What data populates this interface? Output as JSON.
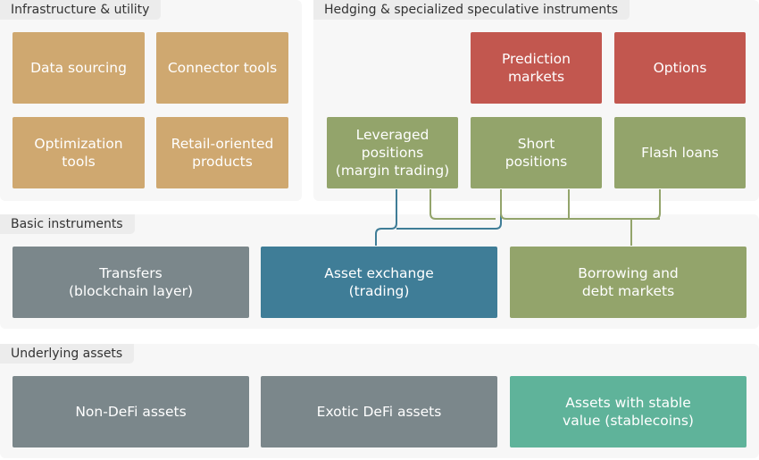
{
  "colors": {
    "infrastructure": "#cfa870",
    "hedging": "#c2574f",
    "speculative": "#93a46b",
    "neutral": "#7b878b",
    "exchange": "#3f7d97",
    "stable": "#5fb39a",
    "connector_exchange": "#3f7d97",
    "connector_borrowing": "#93a46b"
  },
  "infrastructure": {
    "label": "Infrastructure & utility",
    "items": [
      "Data sourcing",
      "Connector tools",
      "Optimization\ntools",
      "Retail-oriented\nproducts"
    ]
  },
  "hedging": {
    "label": "Hedging & specialized speculative instruments",
    "prediction_markets": "Prediction\nmarkets",
    "options": "Options",
    "leveraged": "Leveraged\npositions\n(margin trading)",
    "short": "Short\npositions",
    "flash_loans": "Flash loans"
  },
  "basic": {
    "label": "Basic instruments",
    "transfers": "Transfers\n(blockchain layer)",
    "asset_exchange": "Asset exchange\n(trading)",
    "borrowing": "Borrowing and\ndebt markets"
  },
  "underlying": {
    "label": "Underlying assets",
    "non_defi": "Non-DeFi assets",
    "exotic": "Exotic DeFi assets",
    "stable": "Assets with stable\nvalue (stablecoins)"
  }
}
